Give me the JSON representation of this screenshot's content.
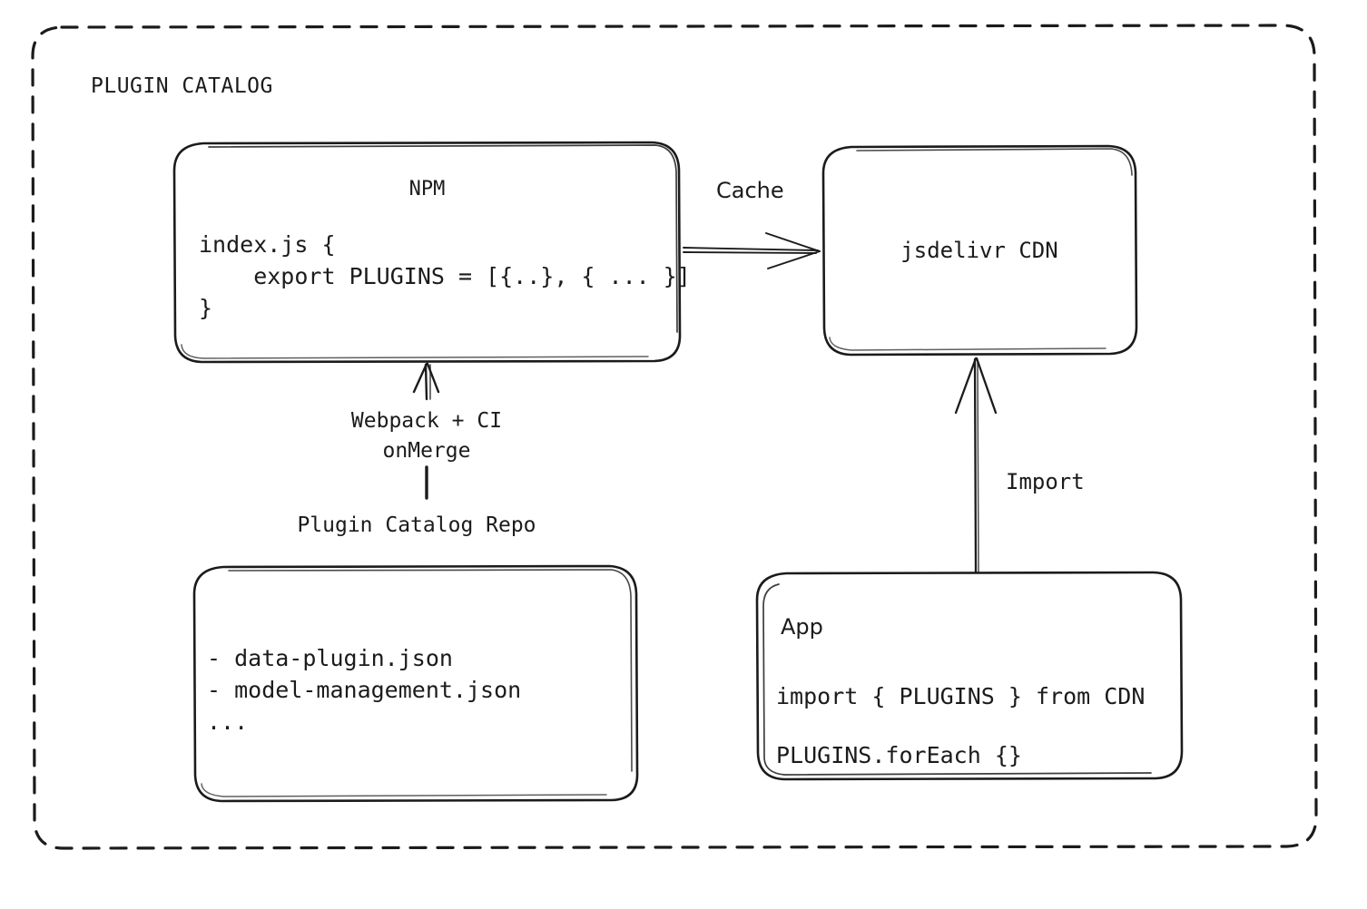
{
  "diagram": {
    "group_title": "PLUGIN CATALOG",
    "nodes": {
      "npm": {
        "title": "NPM",
        "code": "index.js {\n    export PLUGINS = [{..}, { ... }]\n}"
      },
      "cdn": {
        "title": "jsdelivr CDN"
      },
      "repo": {
        "caption": "Plugin Catalog Repo",
        "files": "- data-plugin.json\n- model-management.json\n..."
      },
      "app": {
        "title": "App",
        "line1": "import { PLUGINS } from CDN",
        "line2": "PLUGINS.forEach {}"
      }
    },
    "edges": {
      "cache": "Cache",
      "webpack": "Webpack + CI\nonMerge",
      "import": "Import"
    },
    "colors": {
      "stroke": "#1b1b1b",
      "background": "#ffffff"
    }
  }
}
